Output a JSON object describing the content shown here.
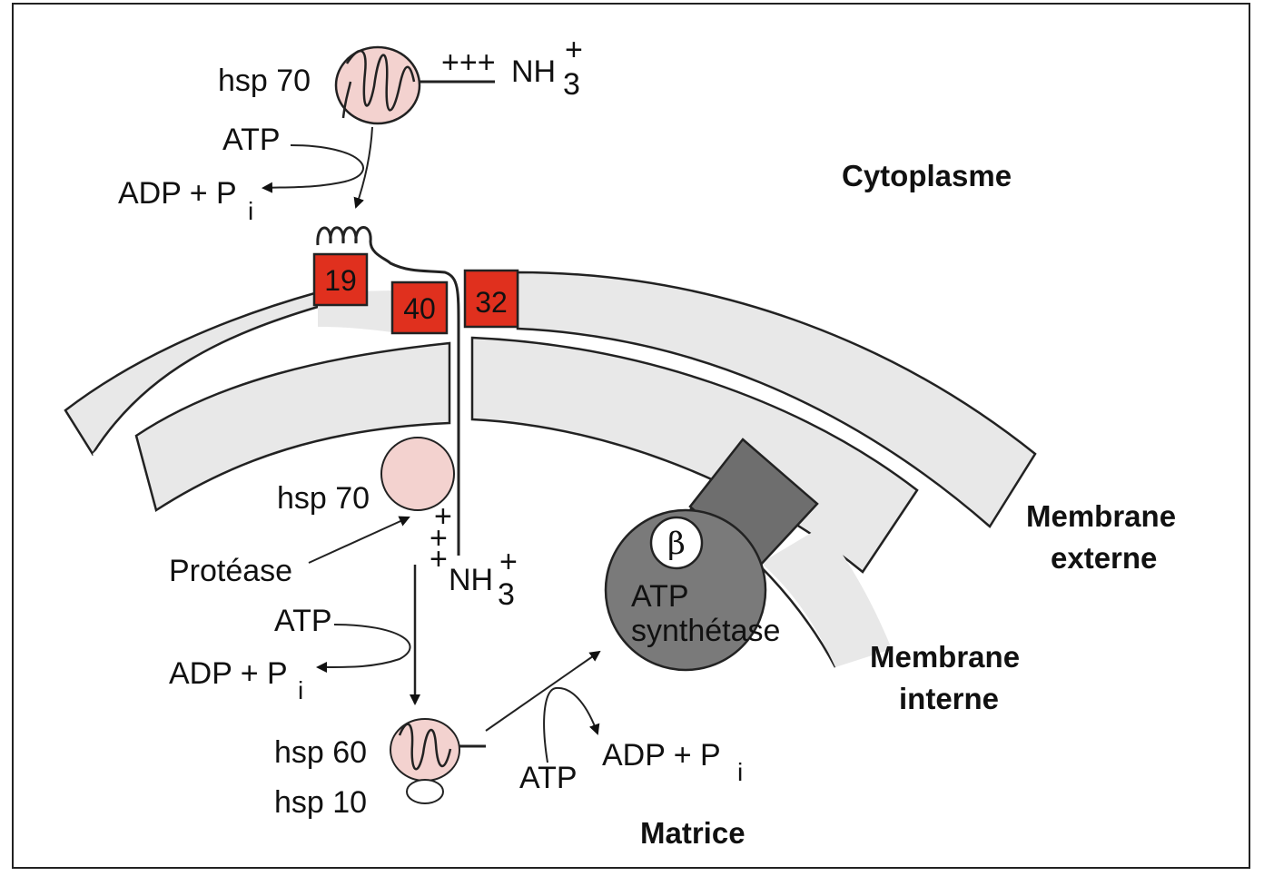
{
  "regions": {
    "cytoplasm": "Cytoplasme",
    "outer_membrane_1": "Membrane",
    "outer_membrane_2": "externe",
    "inner_membrane_1": "Membrane",
    "inner_membrane_2": "interne",
    "matrix": "Matrice"
  },
  "receptors": {
    "r19": "19",
    "r40": "40",
    "r32": "32"
  },
  "cytoplasm_side": {
    "chaperone": "hsp 70",
    "charges": "+++",
    "nh": "NH",
    "nh_sub": "3",
    "nh_sup": "+",
    "atp": "ATP",
    "adp": "ADP + P",
    "adp_sub": "i"
  },
  "intermembrane_side": {
    "chaperone": "hsp 70",
    "protease": "Protéase",
    "charge_1": "+",
    "charge_2": "+",
    "charge_3": "+",
    "nh": "NH",
    "nh_sub": "3",
    "nh_sup": "+"
  },
  "matrix_side": {
    "atp_1": "ATP",
    "adp_1": "ADP + P",
    "adp_1_sub": "i",
    "hsp60": "hsp 60",
    "hsp10": "hsp 10",
    "atp_2": "ATP",
    "adp_2": "ADP + P",
    "adp_2_sub": "i"
  },
  "synthase": {
    "beta": "β",
    "line1": "ATP",
    "line2": "synthétase"
  },
  "colors": {
    "receptor_fill": "#e0301e",
    "membrane_fill": "#e8e8e8",
    "synthase_fill": "#7a7a7a",
    "stalk_fill": "#6e6e6e",
    "chaperone_fill": "#f3d2cf"
  }
}
